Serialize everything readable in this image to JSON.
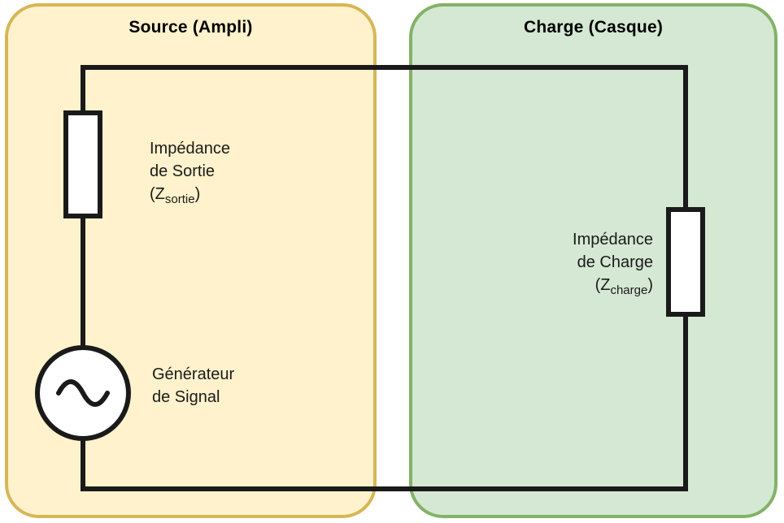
{
  "figure": {
    "background": "#FFFFFF",
    "wire_color": "#1A1A1A",
    "component_fill": "#FFFFFF",
    "text_color": "#1A1A1A"
  },
  "source_box": {
    "title": "Source (Ampli)",
    "fill": "#FFF2CC",
    "border_color": "#D6B656",
    "output_impedance": {
      "line1": "Impédance",
      "line2": "de Sortie",
      "symbol_prefix": "(Z",
      "symbol_sub": "sortie",
      "symbol_suffix": ")"
    },
    "generator": {
      "line1": "Générateur",
      "line2": "de Signal"
    }
  },
  "charge_box": {
    "title": "Charge (Casque)",
    "fill": "#D5E8D4",
    "border_color": "#82B366",
    "load_impedance": {
      "line1": "Impédance",
      "line2": "de Charge",
      "symbol_prefix": "(Z",
      "symbol_sub": "charge",
      "symbol_suffix": ")"
    }
  }
}
